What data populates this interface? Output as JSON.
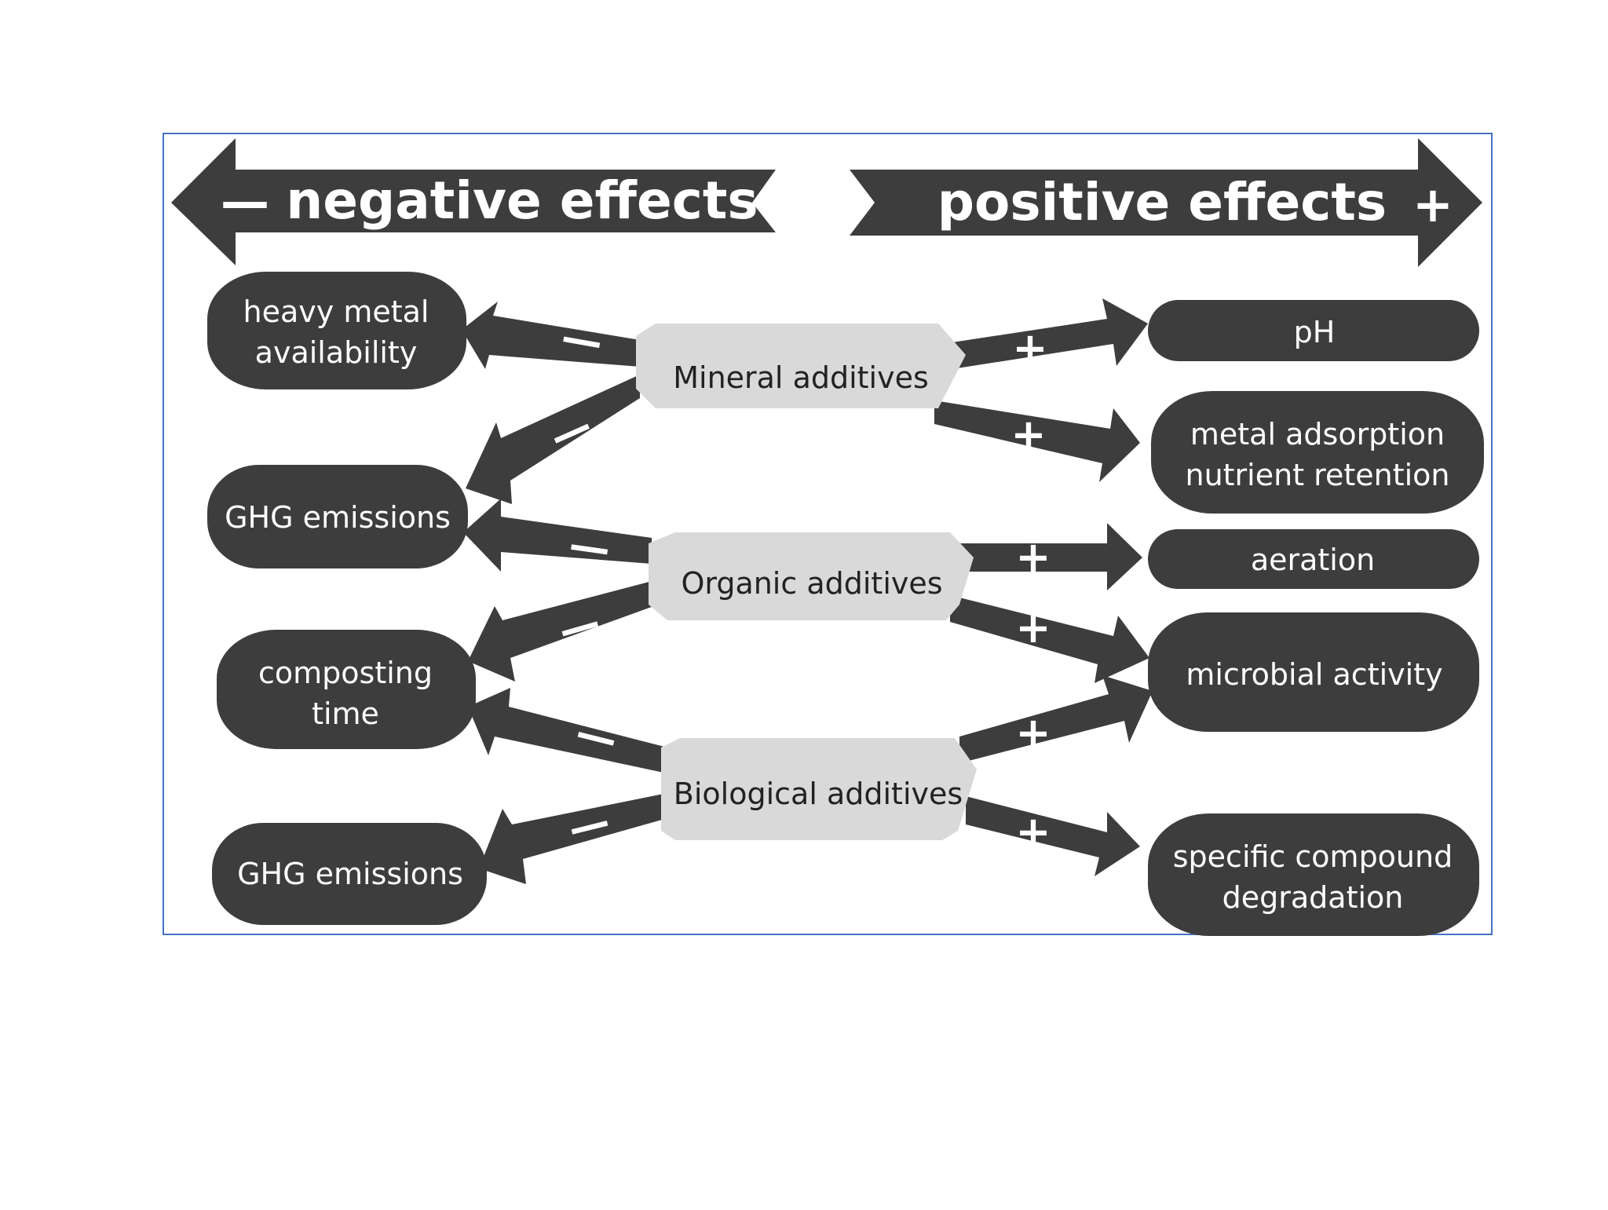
{
  "header": {
    "negative_label": "negative effects",
    "negative_sign": "—",
    "positive_label": "positive effects",
    "positive_sign": "+"
  },
  "additives": {
    "mineral": "Mineral additives",
    "organic": "Organic additives",
    "biological": "Biological additives"
  },
  "negative_effects": {
    "heavy_metal": [
      "heavy metal",
      "availability"
    ],
    "ghg_1": "GHG emissions",
    "composting_time": [
      "composting",
      "time"
    ],
    "ghg_2": "GHG emissions"
  },
  "positive_effects": {
    "ph": "pH",
    "metal_adsorption": [
      "metal adsorption",
      "nutrient retention"
    ],
    "aeration": "aeration",
    "microbial_activity": "microbial activity",
    "specific_compound": [
      "specific compound",
      "degradation"
    ]
  },
  "signs": {
    "minus": "—",
    "plus": "+"
  },
  "colors": {
    "dark": "#3d3d3d",
    "light": "#d9d9d9",
    "frame": "#4472c4"
  }
}
